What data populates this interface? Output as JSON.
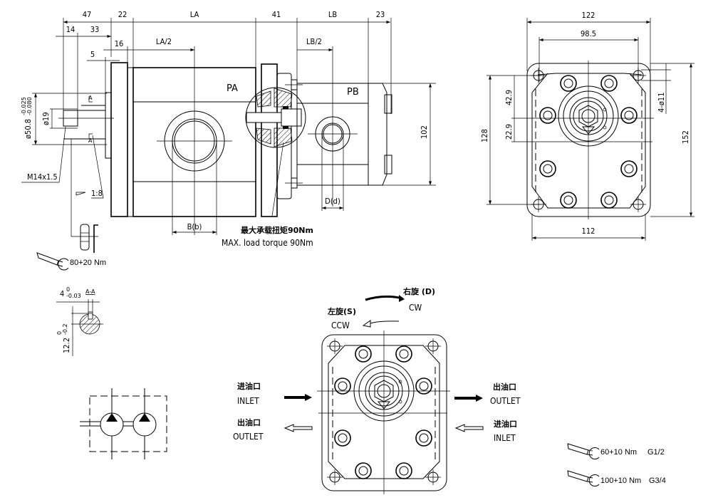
{
  "side_view": {
    "dims_top": [
      "47",
      "22",
      "LA",
      "41",
      "LB",
      "23"
    ],
    "dims_second": [
      "14",
      "33"
    ],
    "dim_16": "16",
    "dim_5": "5",
    "half_a": "LA/2",
    "half_b": "LB/2",
    "section_a_label": "PA",
    "section_b_label": "PB",
    "shaft_diameter": "ø50.8",
    "shaft_tol_upper": "-0.025",
    "shaft_tol_lower": "-0.080",
    "shaft_dia_19": "ø19",
    "thread": "M14x1.5",
    "taper": "1:8",
    "section_mark": "A",
    "port_a_dim": "B(b)",
    "port_b_dim": "D(d)",
    "height_102": "102",
    "max_torque_cn": "最大承载扭矩90Nm",
    "max_torque_en": "MAX. load torque 90Nm",
    "nut_torque": "80+20 Nm"
  },
  "end_view": {
    "width_122": "122",
    "width_98_5": "98.5",
    "width_112": "112",
    "height_128": "128",
    "height_152": "152",
    "dim_42_9": "42.9",
    "dim_22_9": "22.9",
    "holes": "4-ø11"
  },
  "key_section": {
    "key_width": "4",
    "key_tol_upper": "0",
    "key_tol_lower": "-0.03",
    "section_label": "A-A",
    "key_height": "12.2",
    "key_h_tol_upper": "0",
    "key_h_tol_lower": "-0.2"
  },
  "rotation": {
    "cw_cn": "右旋 (D)",
    "cw_en": "CW",
    "ccw_cn": "左旋(S)",
    "ccw_en": "CCW"
  },
  "ports": {
    "left_inlet_cn": "进油口",
    "left_inlet_en": "INLET",
    "left_outlet_cn": "出油口",
    "left_outlet_en": "OUTLET",
    "right_outlet_cn": "出油口",
    "right_outlet_en": "OUTLET",
    "right_inlet_cn": "进油口",
    "right_inlet_en": "INLET"
  },
  "torque_table": [
    {
      "torque": "60+10 Nm",
      "thread": "G1/2"
    },
    {
      "torque": "100+10 Nm",
      "thread": "G3/4"
    }
  ]
}
